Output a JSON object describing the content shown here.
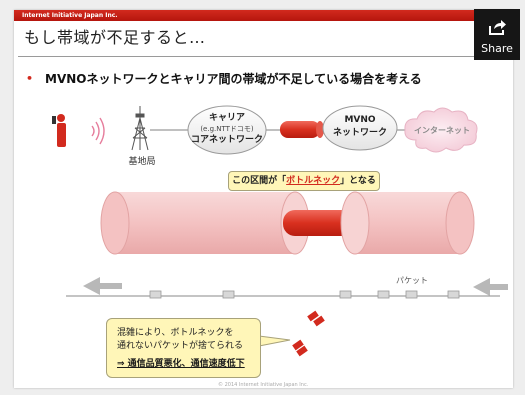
{
  "slide": {
    "company": "Internet Initiative Japan Inc.",
    "title": "もし帯域が不足すると…",
    "bullet_marker": "•",
    "bullet_text": "MVNOネットワークとキャリア間の帯域が不足している場合を考える",
    "footer": "© 2014 Internet Initiative Japan Inc."
  },
  "diagram": {
    "base_station_label": "基地局",
    "carrier_line1": "キャリア",
    "carrier_line2": "(e.g.NTTドコモ)",
    "carrier_line3": "コアネットワーク",
    "mvno_line1": "MVNO",
    "mvno_line2": "ネットワーク",
    "internet_label": "インターネット",
    "bottleneck_prefix": "この区間が「",
    "bottleneck_emph": "ボトルネック",
    "bottleneck_suffix": "」となる",
    "packet_label": "パケット",
    "callout_line1": "混雑により、ボトルネックを",
    "callout_line2": "通れないパケットが捨てられる",
    "callout_line3": "⇒ 通信品質悪化、通信速度低下"
  },
  "share": {
    "label": "Share",
    "icon": "share-icon"
  },
  "colors": {
    "accent": "#d22a1e",
    "pipe_fill": "#f6c9c9",
    "callout_fill": "#fff6b8",
    "arrow_grey": "#b8b8b8"
  }
}
